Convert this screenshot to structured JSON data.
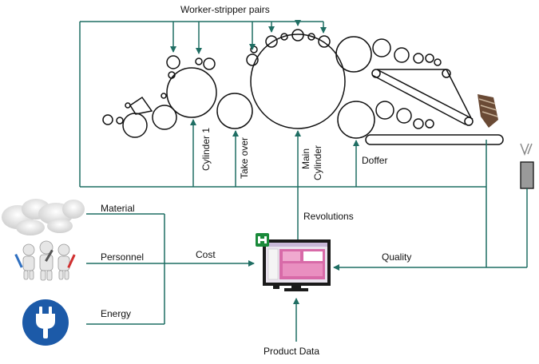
{
  "labels": {
    "worker_stripper": "Worker-stripper pairs",
    "cylinder1": "Cylinder 1",
    "take_over": "Take over",
    "main_cylinder_1": "Main",
    "main_cylinder_2": "Cylinder",
    "doffer": "Doffer",
    "material": "Material",
    "personnel": "Personnel",
    "energy": "Energy",
    "cost": "Cost",
    "revolutions": "Revolutions",
    "quality": "Quality",
    "product_data": "Product Data"
  },
  "colors": {
    "line": "#1f6e63",
    "energy_badge": "#1c5aa8",
    "screen_icon": "#1a8a3a"
  },
  "icons": [
    "cotton-image",
    "personnel-figures-icon",
    "plug-icon",
    "monitor-icon",
    "sensor-icon",
    "web-output-icon"
  ]
}
